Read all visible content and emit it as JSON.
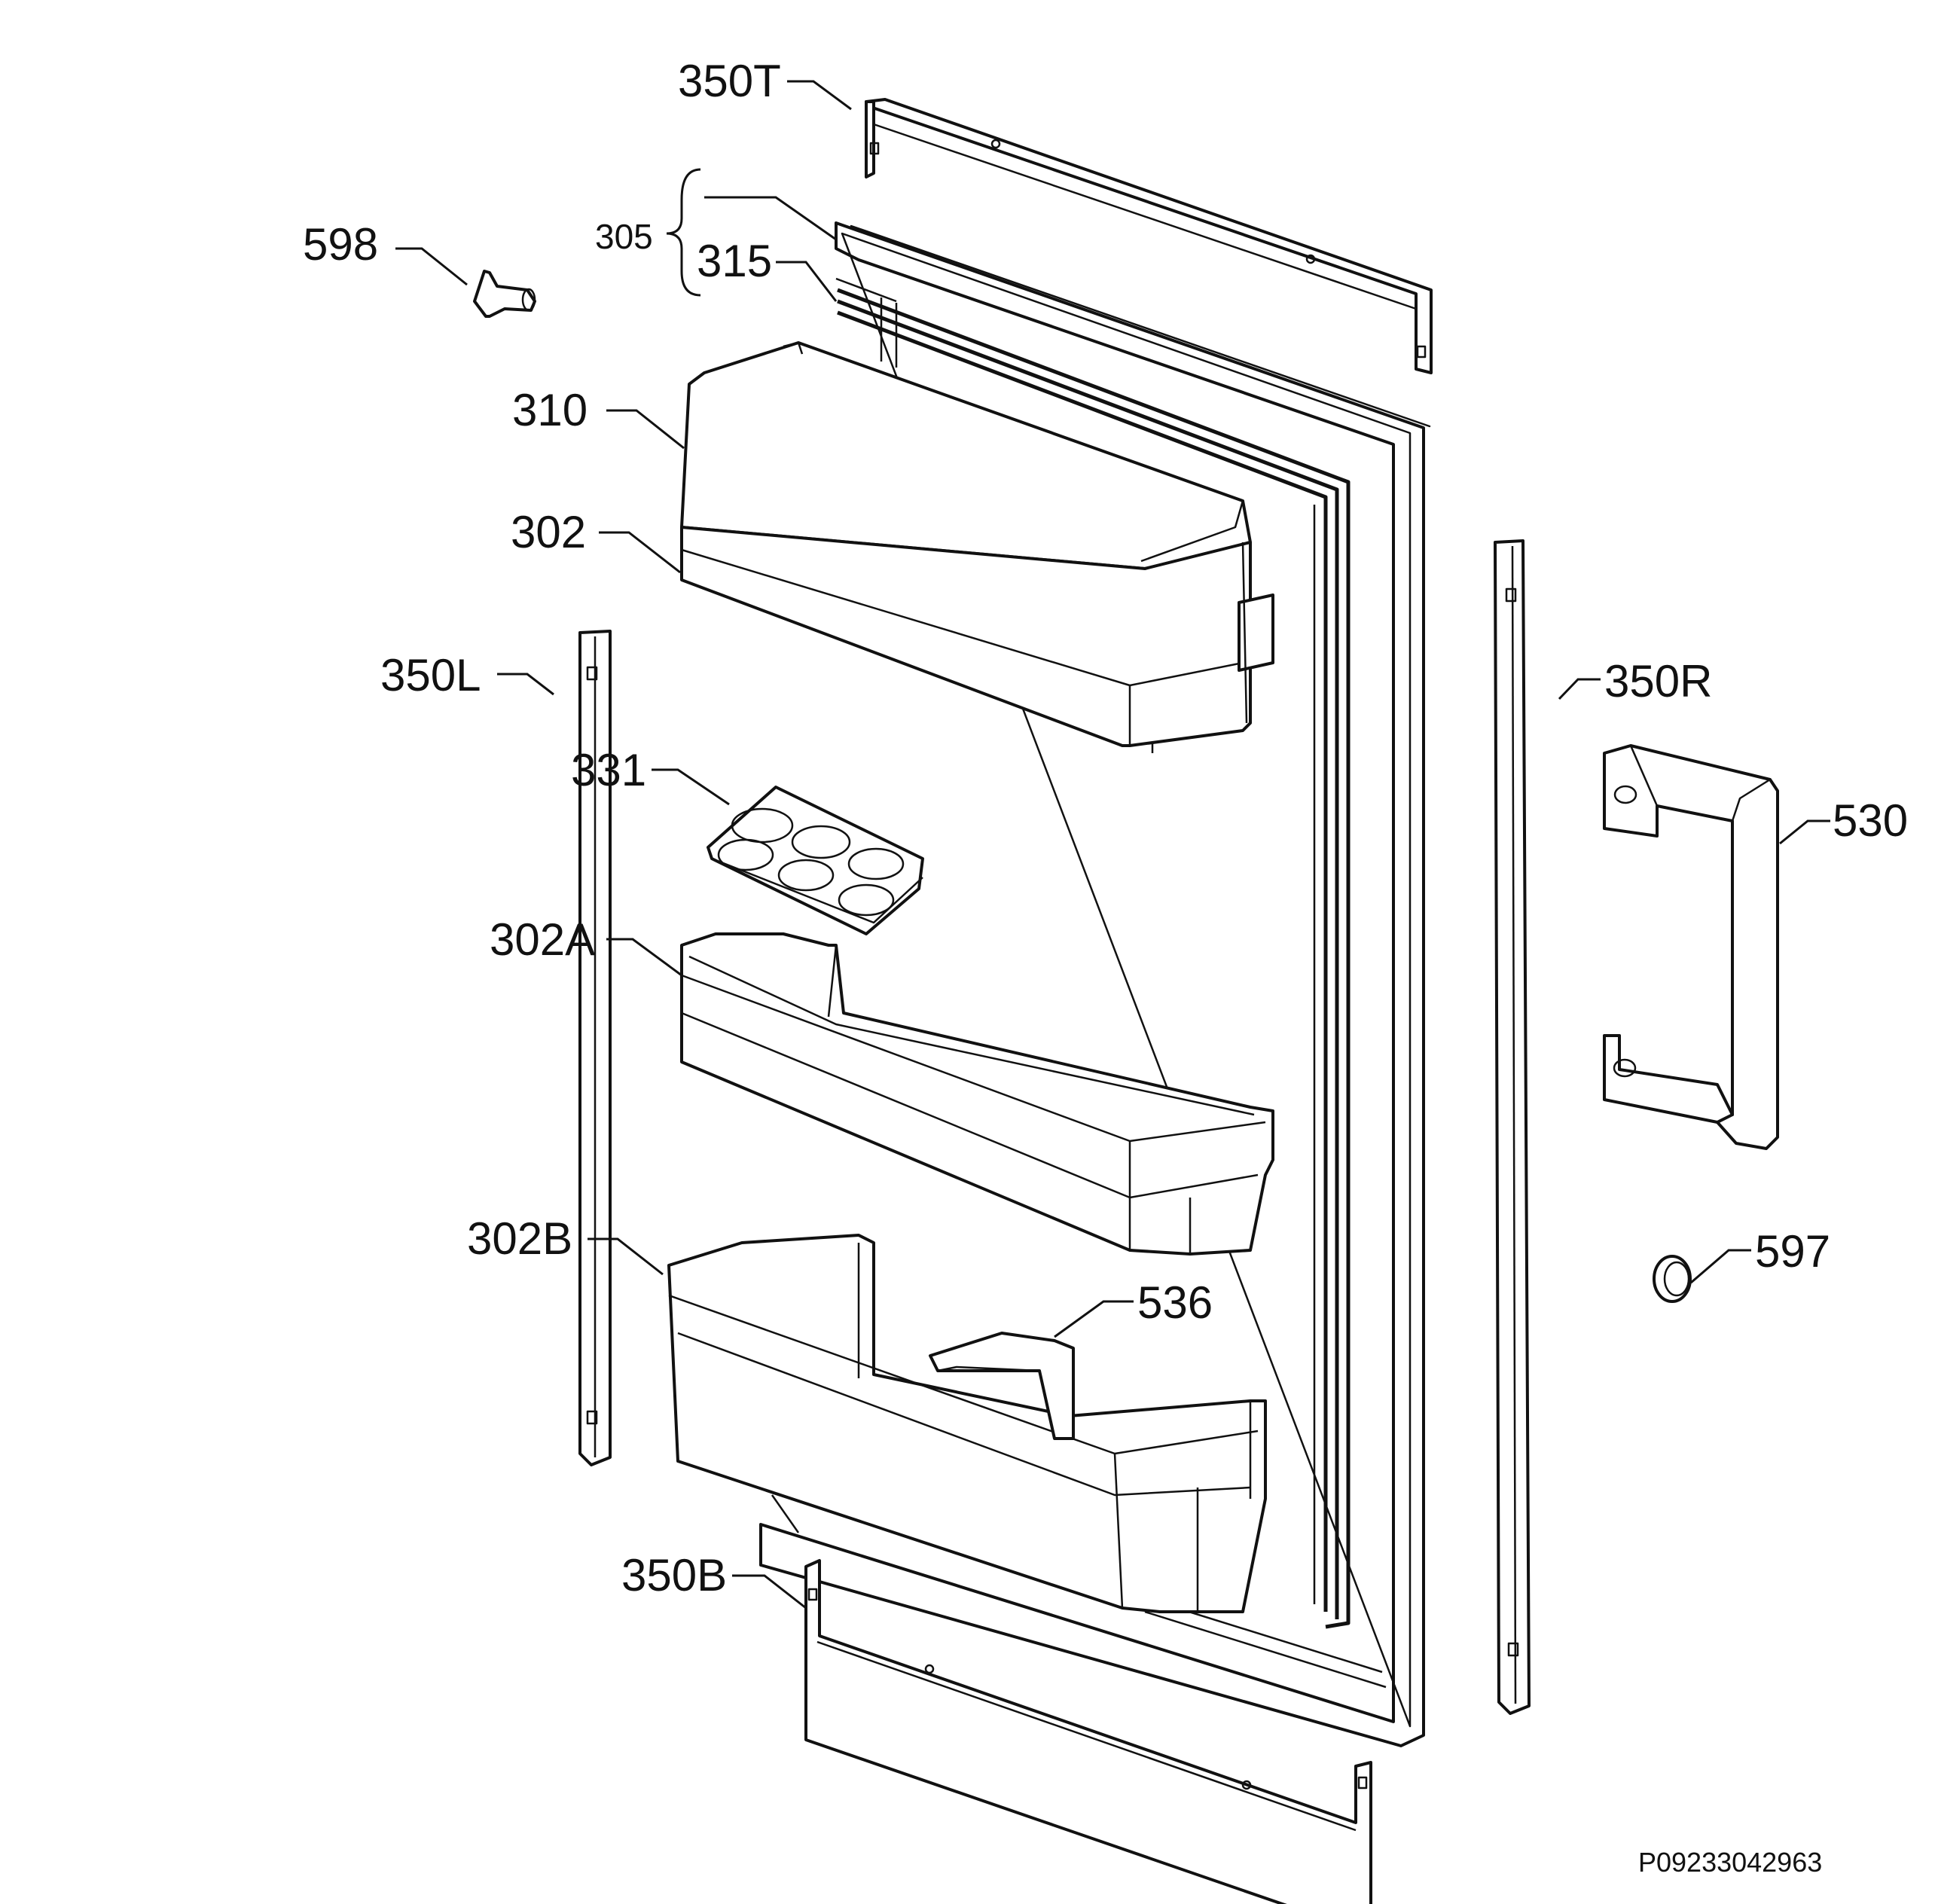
{
  "diagram": {
    "drawing_code": "P09233042963",
    "callouts": {
      "p350T": "350T",
      "p305": "305",
      "p315": "315",
      "p598": "598",
      "p310": "310",
      "p302": "302",
      "p350L": "350L",
      "p350R": "350R",
      "p331": "331",
      "p530": "530",
      "p302A": "302A",
      "p302B": "302B",
      "p597": "597",
      "p536": "536",
      "p350B": "350B"
    }
  }
}
